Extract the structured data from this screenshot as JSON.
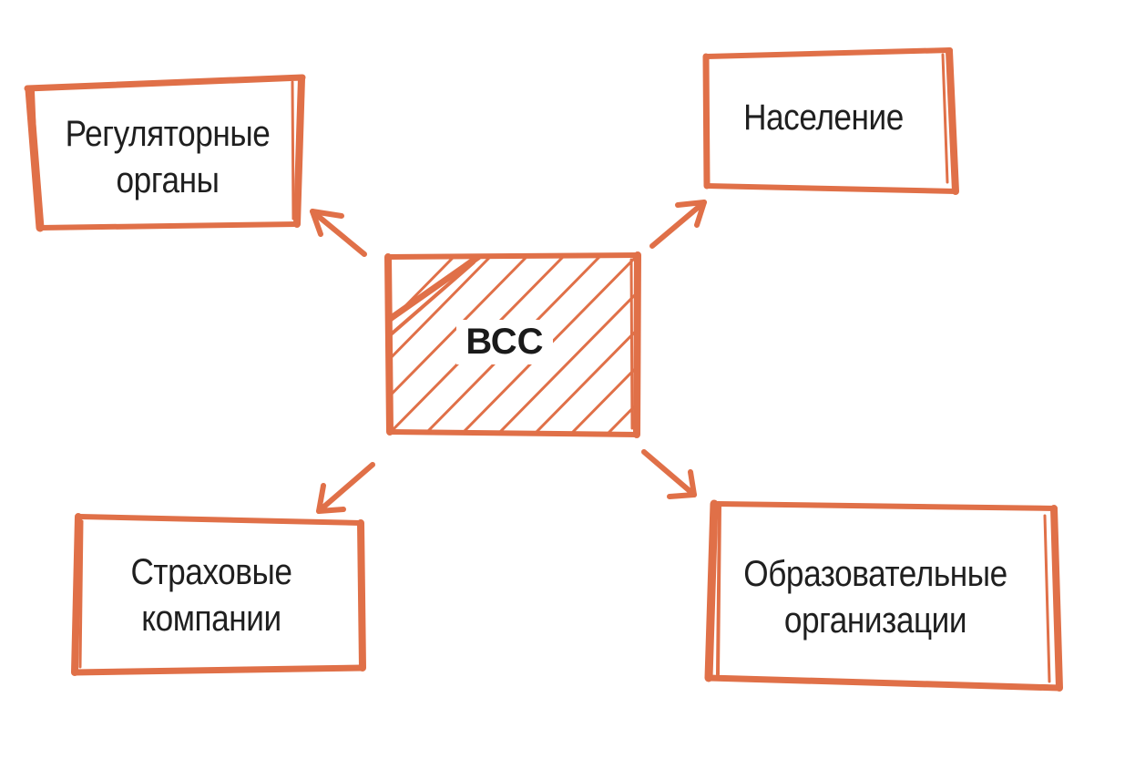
{
  "diagram": {
    "center": {
      "label": "ВСС"
    },
    "nodes": {
      "top_left": {
        "label": "Регуляторные\nорганы"
      },
      "top_right": {
        "label": "Население"
      },
      "bottom_left": {
        "label": "Страховые\nкомпании"
      },
      "bottom_right": {
        "label": "Образовательные\nорганизации"
      }
    },
    "colors": {
      "stroke": "#e07048",
      "text": "#1f1f1f",
      "background": "#ffffff"
    }
  }
}
